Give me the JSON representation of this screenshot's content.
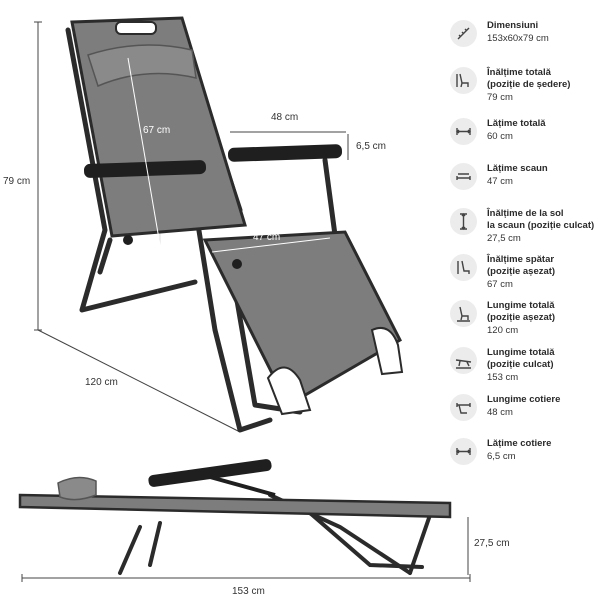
{
  "measurements": {
    "overall_height": "79 cm",
    "seat_depth_diag": "120 cm",
    "backrest_height": "67 cm",
    "armrest_length": "48 cm",
    "armrest_width": "6,5 cm",
    "seat_width": "47 cm",
    "reclined_height": "27,5 cm",
    "reclined_length": "153 cm"
  },
  "specs": [
    {
      "icon": "ruler-icon",
      "label": "Dimensiuni",
      "value": "153x60x79 cm"
    },
    {
      "icon": "chair-height-icon",
      "label": "Înălțime totală\n(poziție de ședere)",
      "value": "79 cm"
    },
    {
      "icon": "width-icon",
      "label": "Lățime totală",
      "value": "60 cm"
    },
    {
      "icon": "seat-width-icon",
      "label": "Lățime scaun",
      "value": "47 cm"
    },
    {
      "icon": "seat-height-icon",
      "label": "Înălțime de la sol\nla scaun (poziție culcat)",
      "value": "27,5 cm"
    },
    {
      "icon": "backrest-icon",
      "label": "Înălțime spătar\n(poziție așezat)",
      "value": "67 cm"
    },
    {
      "icon": "seated-length-icon",
      "label": "Lungime totală\n(poziție așezat)",
      "value": "120 cm"
    },
    {
      "icon": "reclined-length-icon",
      "label": "Lungime totală\n(poziție culcat)",
      "value": "153 cm"
    },
    {
      "icon": "armrest-length-icon",
      "label": "Lungime cotiere",
      "value": "48 cm"
    },
    {
      "icon": "armrest-width-icon",
      "label": "Lățime cotiere",
      "value": "6,5 cm"
    }
  ]
}
